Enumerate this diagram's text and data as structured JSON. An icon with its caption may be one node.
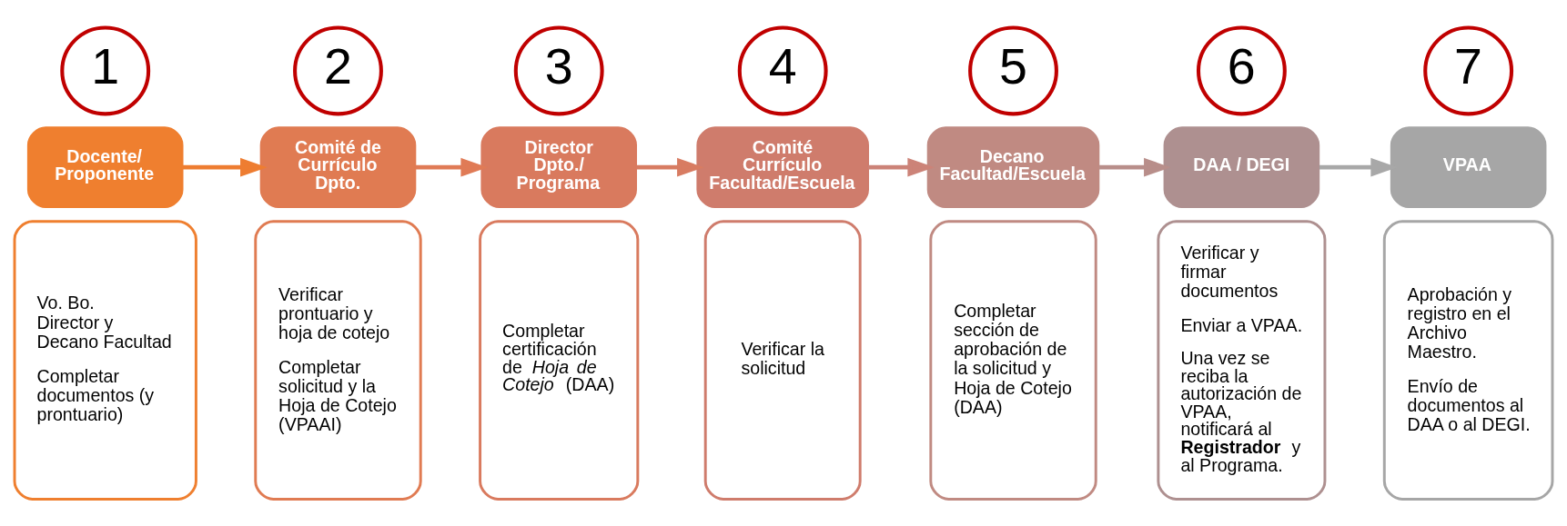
{
  "diagram": {
    "nodes": [
      {
        "text": [
          "1"
        ]
      },
      {
        "text": [
          "Docente/ Proponente"
        ]
      },
      {
        "text": [
          "Vo. Bo. Director y Decano Facultad",
          "Completar documentos (y prontuario)"
        ]
      },
      {
        "text": [
          "2"
        ]
      },
      {
        "text": [
          "Comité de Currículo Dpto."
        ]
      },
      {
        "text": [
          "Verificar prontuario y hoja de cotejo",
          "Completar solicitud y la Hoja de Cotejo (VPAAI)"
        ]
      },
      {
        "text": [
          "3"
        ]
      },
      {
        "text": [
          "Director Dpto./ Programa"
        ]
      },
      {
        "text": [
          "Completar certificación de *Hoja de Cotejo* (DAA)"
        ]
      },
      {
        "text": [
          "4"
        ]
      },
      {
        "text": [
          "Comité Currículo Facultad/Escuela"
        ]
      },
      {
        "text": [
          "Verificar la solicitud"
        ]
      },
      {
        "text": [
          "5"
        ]
      },
      {
        "text": [
          "Decano Facultad/Escuela"
        ]
      },
      {
        "text": [
          "Completar sección de aprobación de la solicitud y Hoja de Cotejo (DAA)"
        ]
      },
      {
        "text": [
          "6"
        ]
      },
      {
        "text": [
          "DAA / DEGI"
        ]
      },
      {
        "text": [
          "Verificar y firmar documentos",
          "Enviar a VPAA.",
          "Una vez se reciba la autorización de VPAA, notificará al **Registrador** y al Programa."
        ]
      },
      {
        "text": [
          "7"
        ]
      },
      {
        "text": [
          "VPAA"
        ]
      },
      {
        "text": [
          "Aprobación y registro en el Archivo Maestro.",
          "Envío de documentos al DAA o al DEGI."
        ]
      }
    ],
    "edges": [
      {
        "from": 1,
        "to": 4,
        "arrow": "to",
        "color": "#ee7d31"
      },
      {
        "from": 4,
        "to": 7,
        "arrow": "to",
        "color": "#e07b56"
      },
      {
        "from": 7,
        "to": 10,
        "arrow": "to",
        "color": "#d87c62"
      },
      {
        "from": 10,
        "to": 13,
        "arrow": "to",
        "color": "#cc8378"
      },
      {
        "from": 13,
        "to": 16,
        "arrow": "to",
        "color": "#b88e8a"
      },
      {
        "from": 16,
        "to": 19,
        "arrow": "to",
        "color": "#a8a8a8"
      }
    ]
  }
}
